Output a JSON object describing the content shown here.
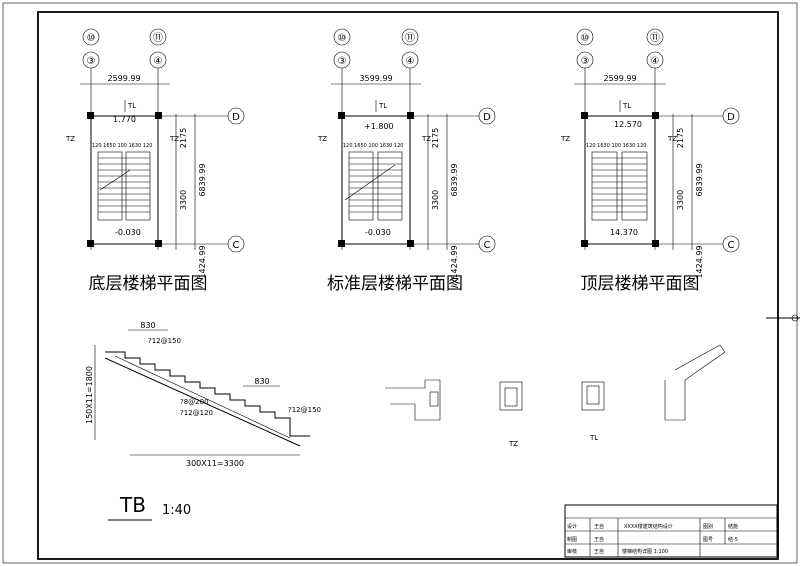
{
  "plans": [
    {
      "title": "底层楼梯平面图",
      "axes_top": [
        "⑩",
        "⑪"
      ],
      "axes_sub": [
        "③",
        "④"
      ],
      "axes_right": [
        "D",
        "C"
      ],
      "width_dim": "2599.99",
      "height_dim": "6839.99",
      "flight_dim": "3300",
      "top_dim": "2175",
      "bot_dim": "1424.99",
      "split_dims": "120 1650 100 1630 120",
      "level_top": "1.770",
      "level_bot": "-0.030",
      "tz_left": "TZ",
      "tz_right": "TZ",
      "tl": "TL"
    },
    {
      "title": "标准层楼梯平面图",
      "axes_top": [
        "⑩",
        "⑪"
      ],
      "axes_sub": [
        "③",
        "④"
      ],
      "axes_right": [
        "D",
        "C"
      ],
      "width_dim": "3599.99",
      "height_dim": "6839.99",
      "flight_dim": "3300",
      "top_dim": "2175",
      "bot_dim": "1424.99",
      "split_dims": "120 1650 100 1630 120",
      "level_top": "+1.800",
      "level_bot": "-0.030",
      "tz_left": "TZ",
      "tz_right": "TZ",
      "tl": "TL"
    },
    {
      "title": "顶层楼梯平面图",
      "axes_top": [
        "⑩",
        "⑪"
      ],
      "axes_sub": [
        "③",
        "④"
      ],
      "axes_right": [
        "D",
        "C"
      ],
      "width_dim": "2599.99",
      "height_dim": "6839.99",
      "flight_dim": "3300",
      "top_dim": "2175",
      "bot_dim": "1424.99",
      "split_dims": "120 1630 100 1630 120",
      "level_top": "12.570",
      "level_bot": "14.370",
      "tz_left": "TZ",
      "tz_right": "TZ",
      "tl": "TL"
    }
  ],
  "section": {
    "dim_top": "830",
    "dim_mid": "830",
    "rebar_1": "?12@150",
    "rebar_2": "?8@200",
    "rebar_3": "?12@120",
    "rebar_4": "?12@150",
    "height_dim": "150X11=1800",
    "run_dim": "300X11=3300",
    "label": "TB",
    "scale": "1:40"
  },
  "details": {
    "tz_label": "TZ",
    "tl_label": "TL"
  },
  "title_block": {
    "r1c1": "设计",
    "r1c2": "王自",
    "r2c1": "制图",
    "r2c2": "王自",
    "r3c1": "审核",
    "r3c2": "王自",
    "project": "XXXX楼建筑结构设计",
    "drawing": "楼梯结构详图 1:100",
    "c1": "图别",
    "c1v": "结施",
    "c2": "图号",
    "c2v": "结-5"
  }
}
